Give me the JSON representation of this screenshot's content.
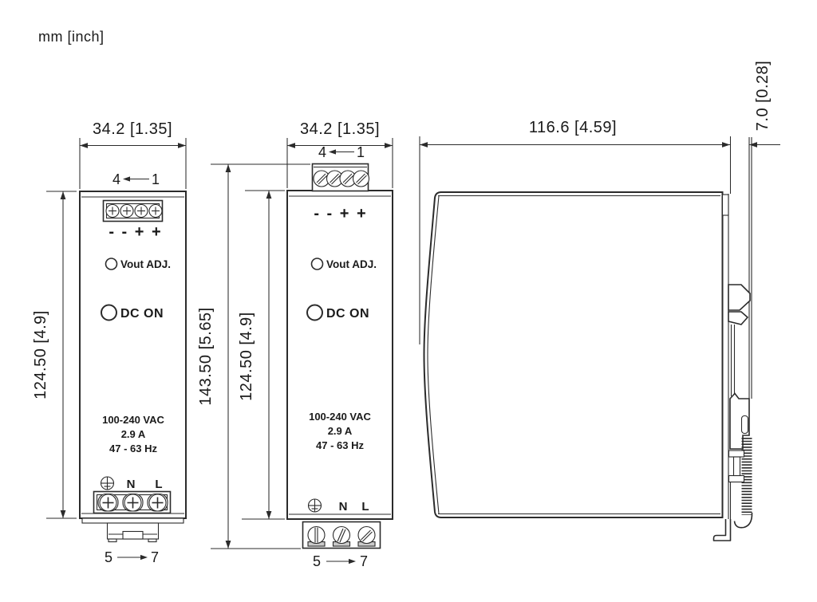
{
  "drawing": {
    "units_label": "mm [inch]",
    "colors": {
      "line": "#2b2b2b",
      "text": "#1a1a1a",
      "background": "#ffffff",
      "clamp_fill": "#c9c9c9"
    },
    "front_view": {
      "width_dim": "34.2 [1.35]",
      "height_dim": "124.50 [4.9]",
      "top_pins": {
        "from": "4",
        "to": "1"
      },
      "bottom_pins": {
        "from": "5",
        "to": "7"
      },
      "polarity": "- - + +",
      "vout_adj": "Vout ADJ.",
      "dc_on": "DC ON",
      "ratings": {
        "voltage": "100-240 VAC",
        "current": "2.9 A",
        "frequency": "47 - 63 Hz"
      },
      "terminals": {
        "neutral": "N",
        "line": "L"
      }
    },
    "front_view_extended": {
      "width_dim": "34.2 [1.35]",
      "total_height_dim": "143.50 [5.65]",
      "body_height_dim": "124.50 [4.9]",
      "top_pins": {
        "from": "4",
        "to": "1"
      },
      "bottom_pins": {
        "from": "5",
        "to": "7"
      },
      "polarity": "- - + +",
      "vout_adj": "Vout ADJ.",
      "dc_on": "DC ON",
      "ratings": {
        "voltage": "100-240 VAC",
        "current": "2.9 A",
        "frequency": "47 - 63 Hz"
      },
      "terminals": {
        "neutral": "N",
        "line": "L"
      }
    },
    "side_view": {
      "depth_dim": "116.6 [4.59]",
      "rail_offset_dim": "7.0 [0.28]"
    }
  }
}
